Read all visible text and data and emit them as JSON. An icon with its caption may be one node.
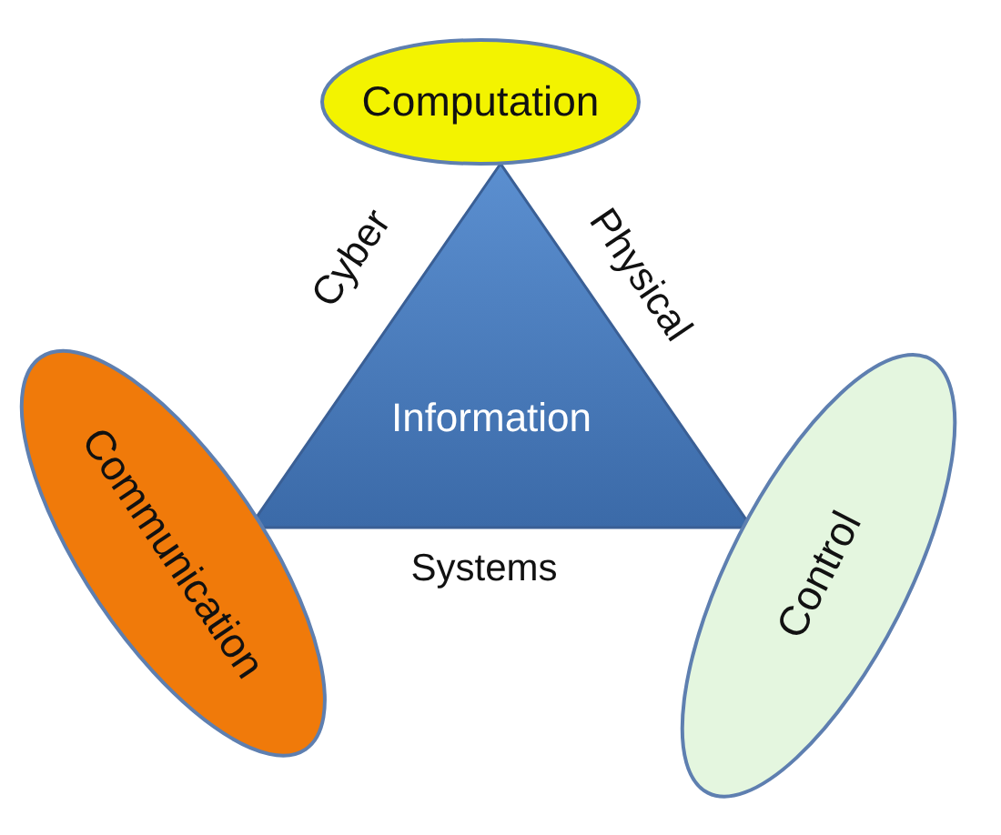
{
  "diagram": {
    "nodes": [
      {
        "text": [
          "Computation"
        ]
      },
      {
        "text": [
          "Cyber",
          "Physical",
          "Information",
          "Systems"
        ]
      },
      {
        "text": [
          "Communication"
        ]
      },
      {
        "text": [
          "Control"
        ]
      }
    ]
  }
}
